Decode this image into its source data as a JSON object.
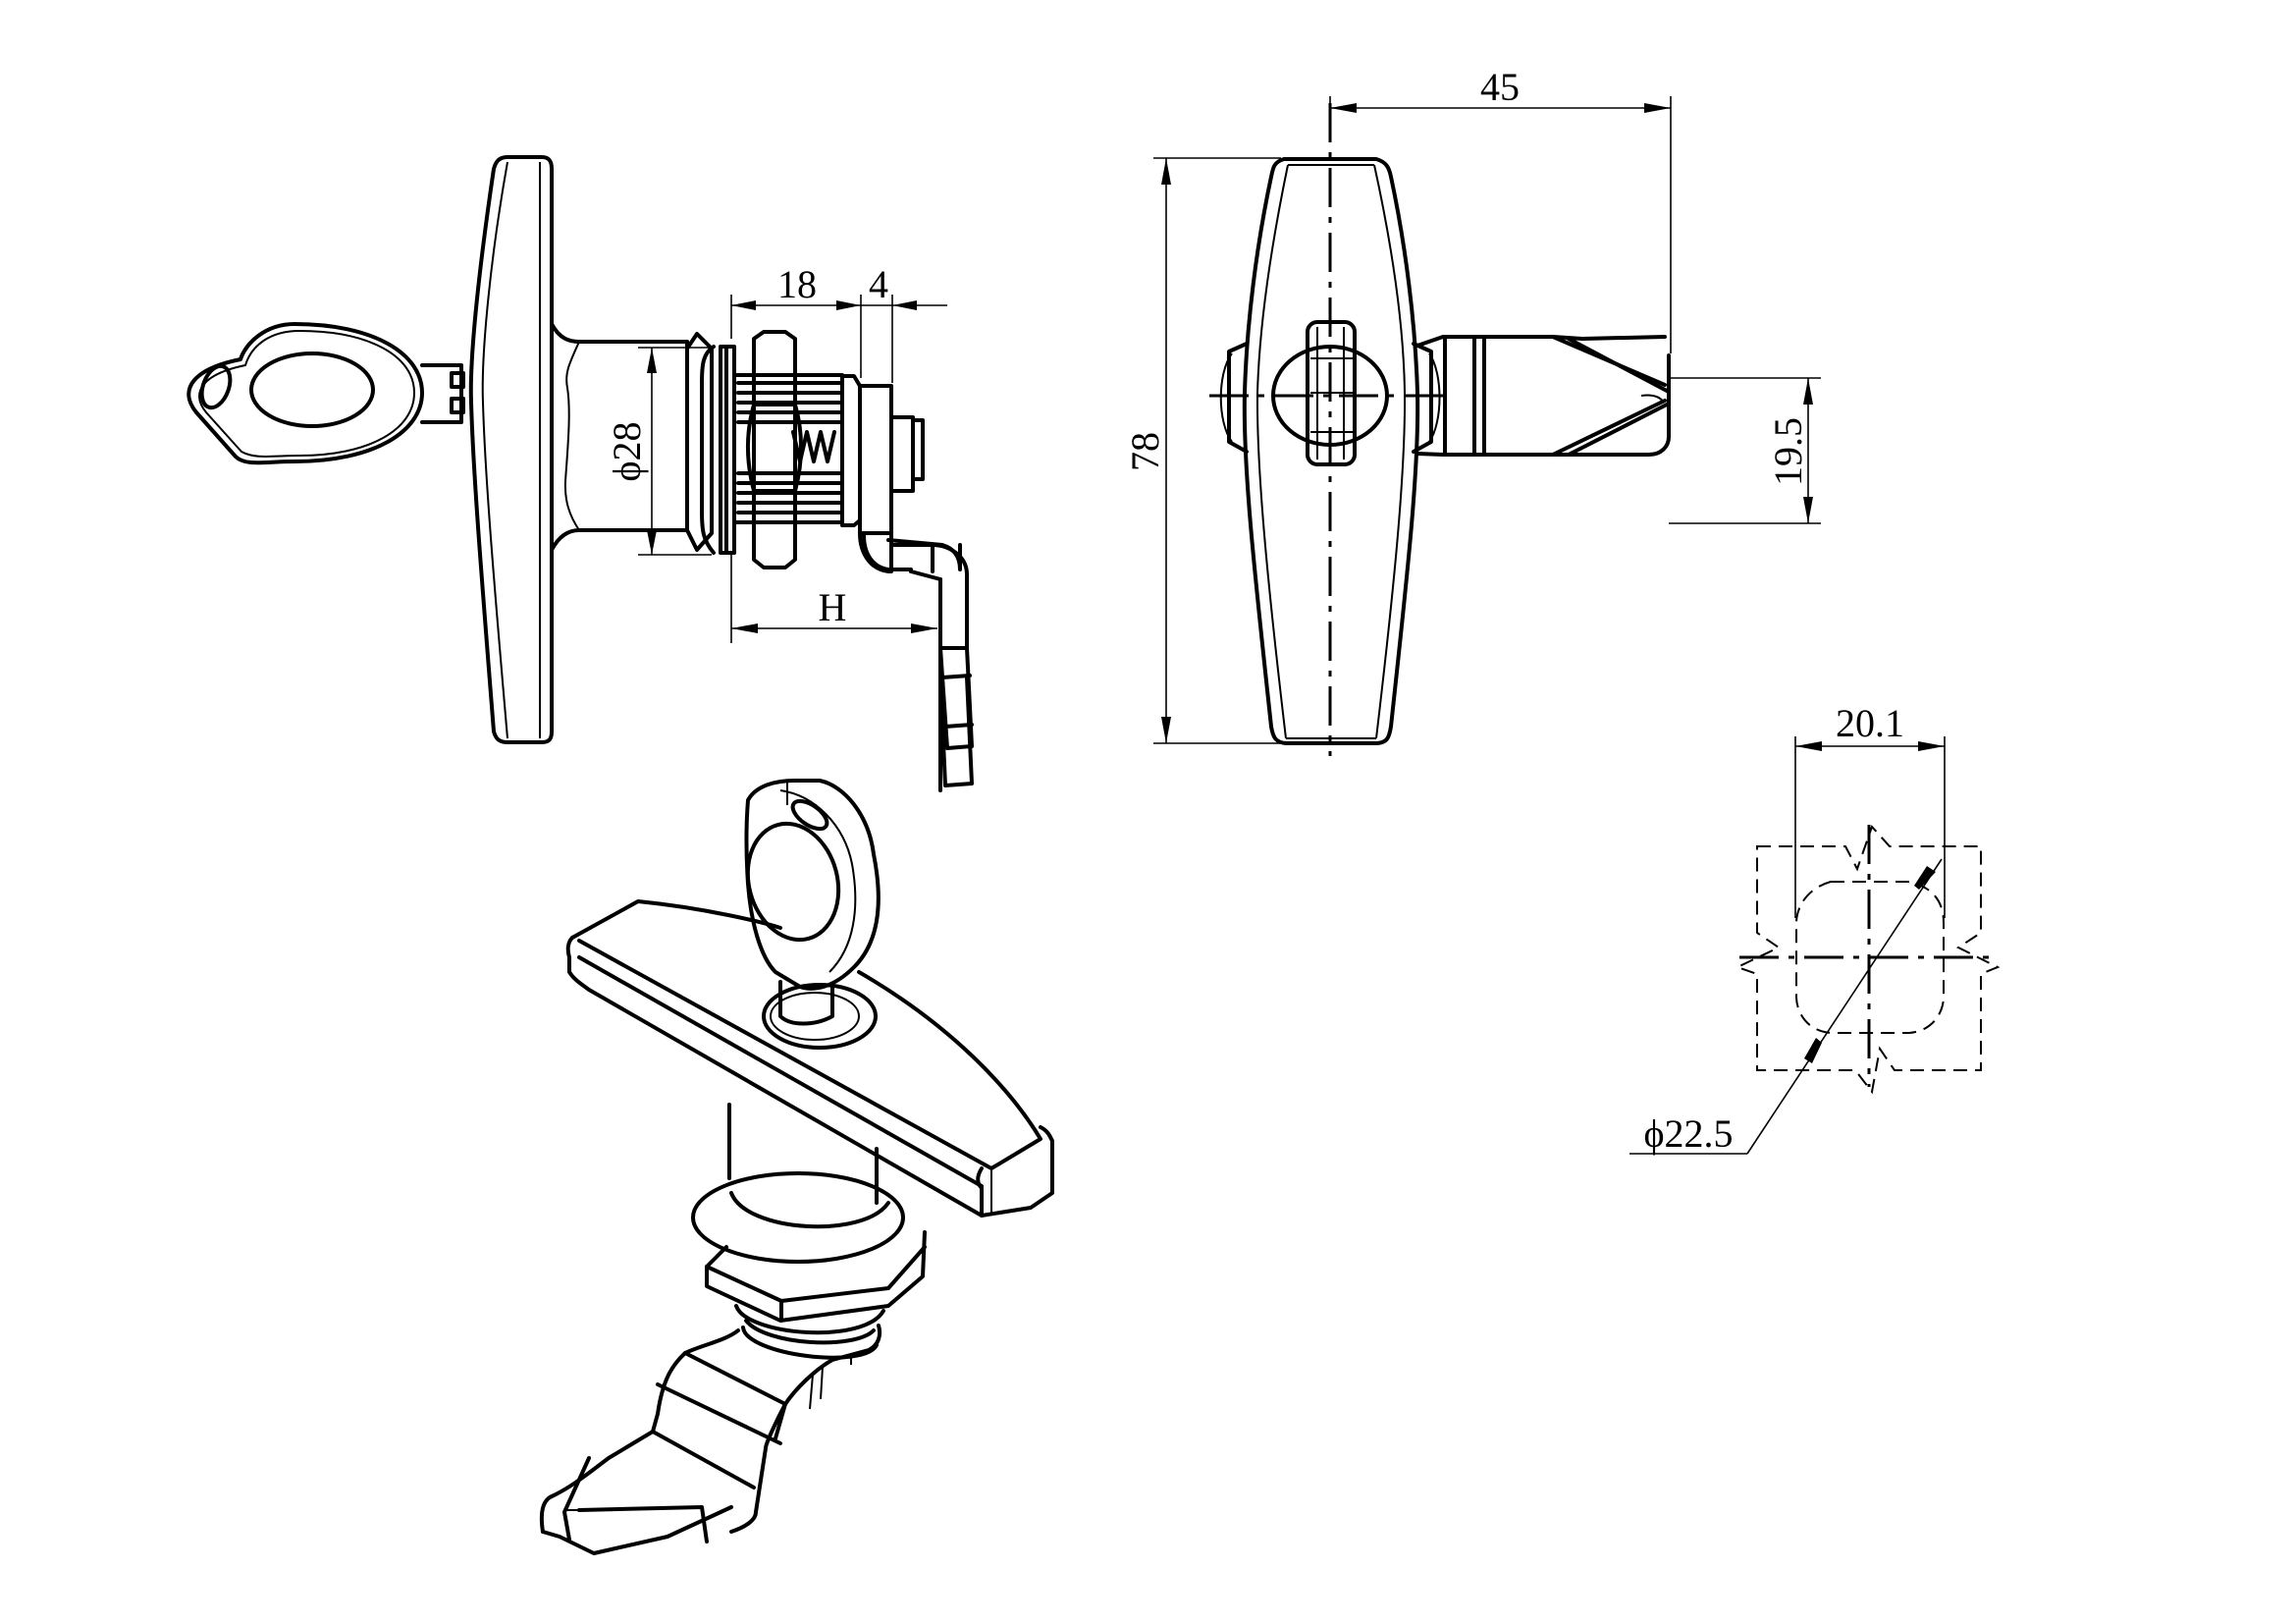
{
  "drawing": {
    "subject": "T-handle cam lock with key",
    "views": [
      "side-view",
      "front-view",
      "isometric-view",
      "panel-cutout-detail"
    ],
    "line_color": "#000000",
    "background": "#ffffff"
  },
  "side_view": {
    "dimensions": {
      "body_length": "18",
      "nut_offset": "4",
      "body_diameter": "ϕ28",
      "cam_height": "H"
    }
  },
  "front_view": {
    "dimensions": {
      "handle_width": "45",
      "handle_height": "78",
      "cam_width": "19.5"
    }
  },
  "cutout_detail": {
    "dimensions": {
      "flat_width": "20.1",
      "hole_diameter": "ϕ22.5"
    }
  }
}
